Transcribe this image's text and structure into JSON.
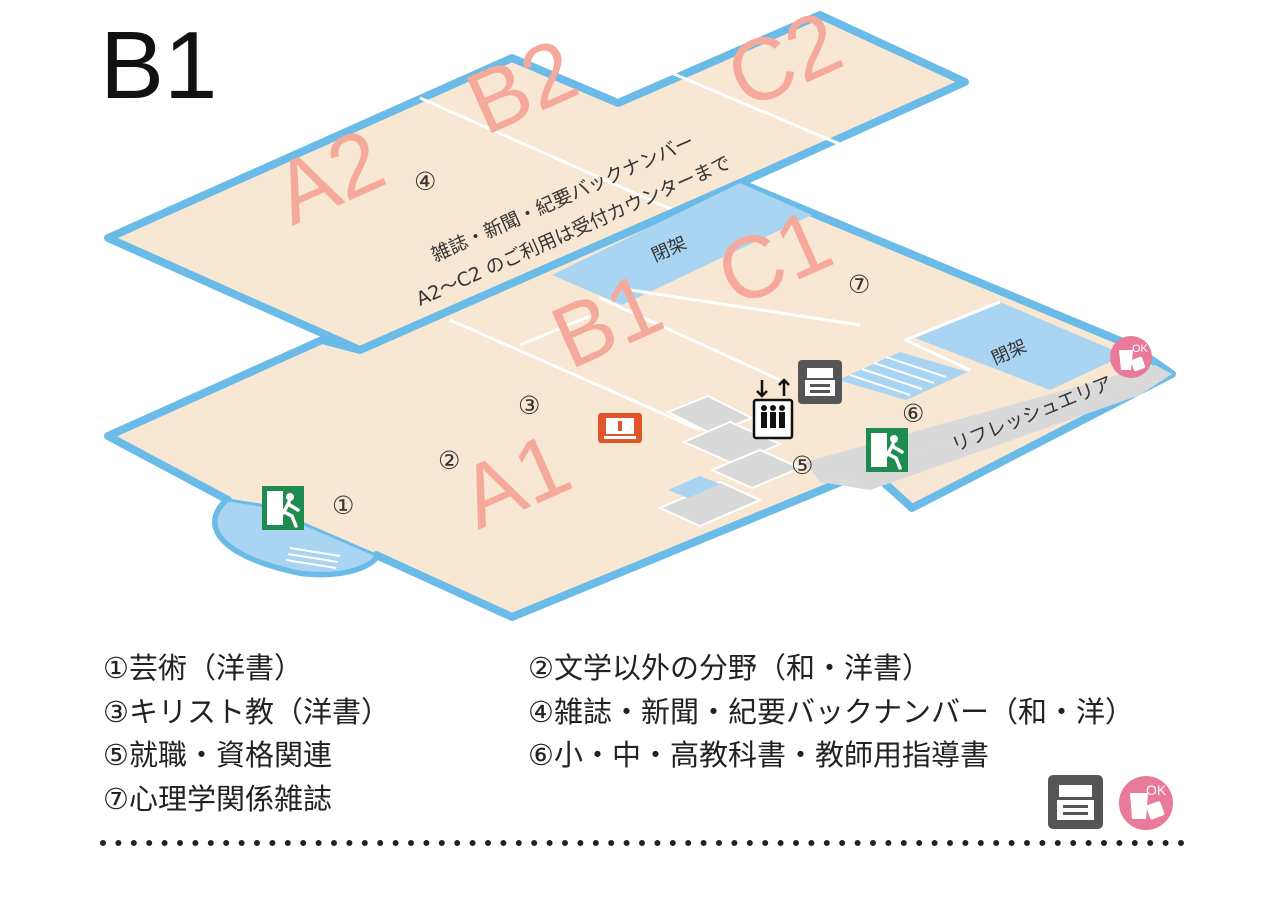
{
  "floor": {
    "label": "B1"
  },
  "zones": {
    "a1": "A1",
    "b1": "B1",
    "c1": "C1",
    "a2": "A2",
    "b2": "B2",
    "c2": "C2"
  },
  "markers": {
    "m1": "①",
    "m2": "②",
    "m3": "③",
    "m4": "④",
    "m5": "⑤",
    "m6": "⑥",
    "m7": "⑦"
  },
  "notes": {
    "line1": "雑誌・新聞・紀要バックナンバー",
    "line2": "A2～C2 のご利用は受付カウンターまで"
  },
  "closed_stacks": {
    "upper": "閉架",
    "right": "閉架"
  },
  "refresh_area": {
    "label": "リフレッシュエリア",
    "ok_badge": "OK"
  },
  "legend": {
    "item1": "①芸術（洋書）",
    "item2": "②文学以外の分野（和・洋書）",
    "item3": "③キリスト教（洋書）",
    "item4": "④雑誌・新聞・紀要バックナンバー（和・洋）",
    "item5": "⑤就職・資格関連",
    "item6": "⑥小・中・高教科書・教師用指導書",
    "item7": "⑦心理学関係雑誌"
  },
  "colors": {
    "floor_fill": "#f8e7d3",
    "wall": "#6bbbe8",
    "closed_fill": "#a9d5f2",
    "zone_text": "#f4a99b",
    "gray_fill": "#d9d9d9",
    "exit_green": "#1e8c4e",
    "pc_orange": "#e0552a",
    "copier_gray": "#555555",
    "ok_pink": "#e97a9a"
  },
  "icons": [
    "emergency-exit-icon",
    "elevator-icon",
    "copier-icon",
    "pc-terminal-icon",
    "drink-ok-icon"
  ]
}
